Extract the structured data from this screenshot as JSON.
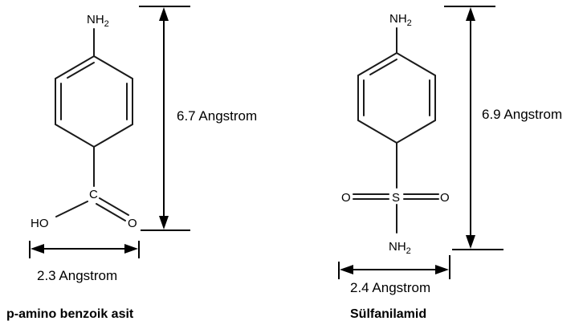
{
  "molecules": [
    {
      "caption": "p-amino benzoik asit",
      "atoms": {
        "top_group": "NH",
        "top_group_sub": "2",
        "carbon": "C",
        "hydroxyl": "HO",
        "carbonyl_oxygen": "O"
      },
      "length_label": "6.7 Angstrom",
      "width_label": "2.3 Angstrom"
    },
    {
      "caption": "Sülfanilamid",
      "atoms": {
        "top_group": "NH",
        "top_group_sub": "2",
        "sulfur": "S",
        "oxygen_left": "O",
        "oxygen_right": "O",
        "bottom_group": "NH",
        "bottom_group_sub": "2"
      },
      "length_label": "6.9 Angstrom",
      "width_label": "2.4 Angstrom"
    }
  ],
  "colors": {
    "bond": "#1a1a1a",
    "text": "#000000",
    "background": "#ffffff"
  }
}
